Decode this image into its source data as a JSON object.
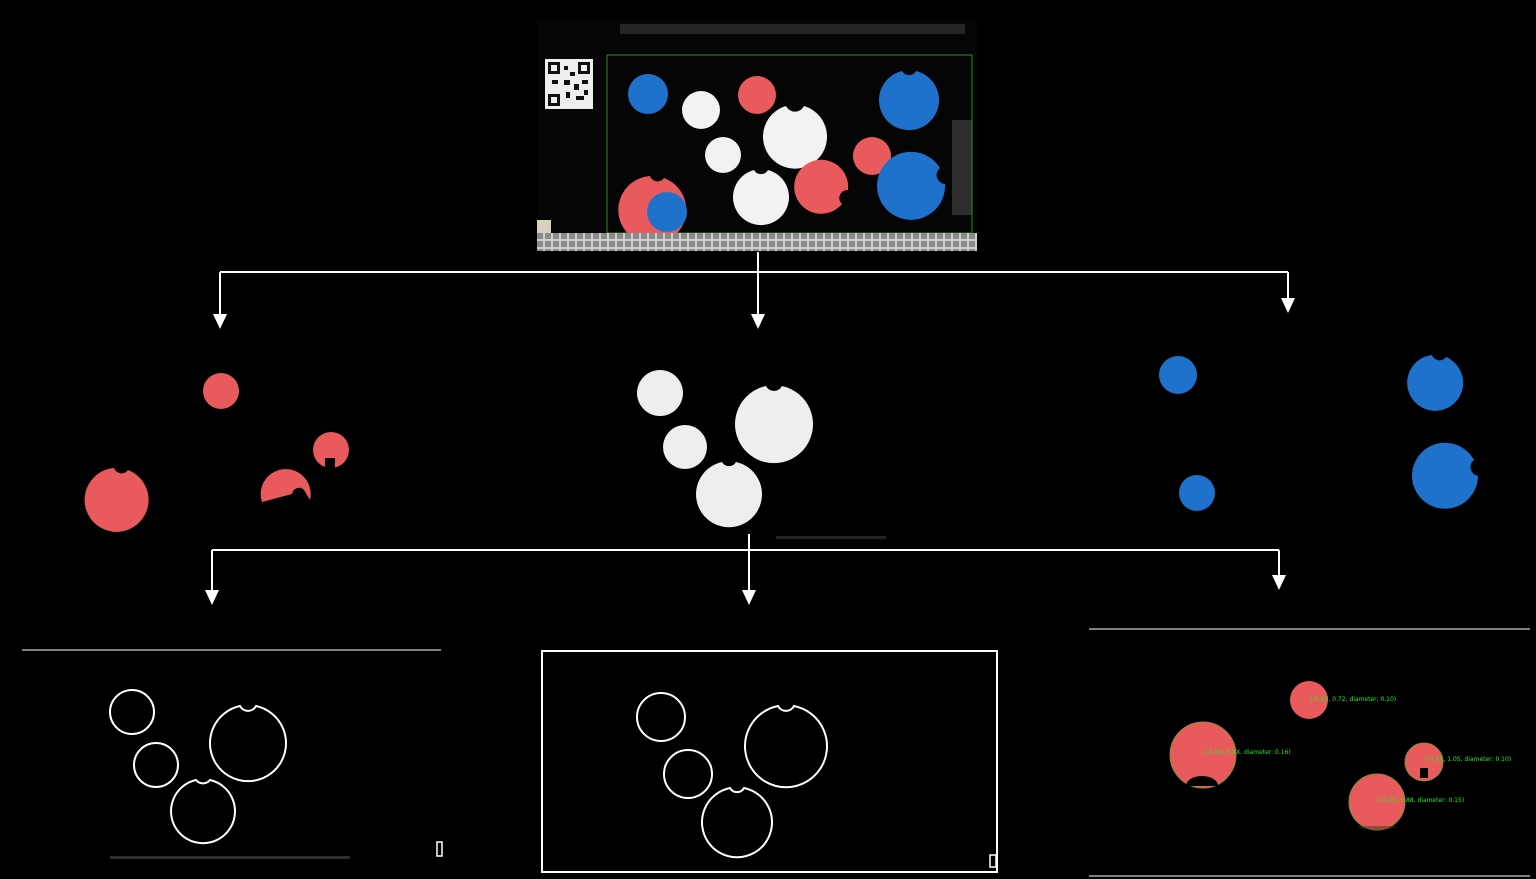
{
  "colors": {
    "background": "#000000",
    "red": "#e85a5c",
    "white": "#eeeeee",
    "blue": "#1f72cc",
    "outline": "#ffffff",
    "annotation": "#22ee22",
    "frame_green": "#2a8a2a"
  },
  "icons": {
    "qr": "qr-code-icon",
    "arrow": "arrow-down-icon"
  },
  "annotations": [
    {
      "id": "ann-1",
      "text": "(-0.XX, 0.72, diameter: 0.10)"
    },
    {
      "id": "ann-2",
      "text": "(-0.XX, 0.XX, diameter: 0.16)"
    },
    {
      "id": "ann-3",
      "text": "(-0.XX, 1.05, diameter: 0.10)"
    },
    {
      "id": "ann-4",
      "text": "(-0.XX, 0.88, diameter: 0.15)"
    }
  ]
}
